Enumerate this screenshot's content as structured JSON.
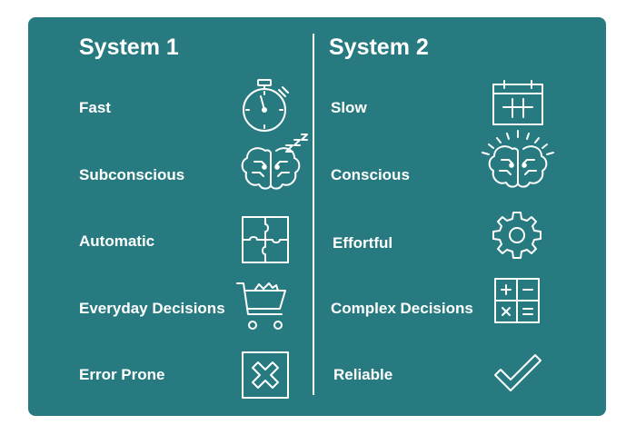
{
  "columns": [
    {
      "heading": "System 1",
      "items": [
        {
          "label": "Fast",
          "icon": "stopwatch-icon"
        },
        {
          "label": "Subconscious",
          "icon": "sleeping-brain-icon"
        },
        {
          "label": "Automatic",
          "icon": "puzzle-icon"
        },
        {
          "label": "Everyday Decisions",
          "icon": "shopping-cart-icon"
        },
        {
          "label": "Error Prone",
          "icon": "x-box-icon"
        }
      ]
    },
    {
      "heading": "System 2",
      "items": [
        {
          "label": "Slow",
          "icon": "calendar-icon"
        },
        {
          "label": "Conscious",
          "icon": "glowing-brain-icon"
        },
        {
          "label": "Effortful",
          "icon": "gear-icon"
        },
        {
          "label": "Complex Decisions",
          "icon": "calculator-icon"
        },
        {
          "label": "Reliable",
          "icon": "checkmark-icon"
        }
      ]
    }
  ],
  "colors": {
    "panel": "#277a80",
    "foreground": "#ffffff"
  }
}
